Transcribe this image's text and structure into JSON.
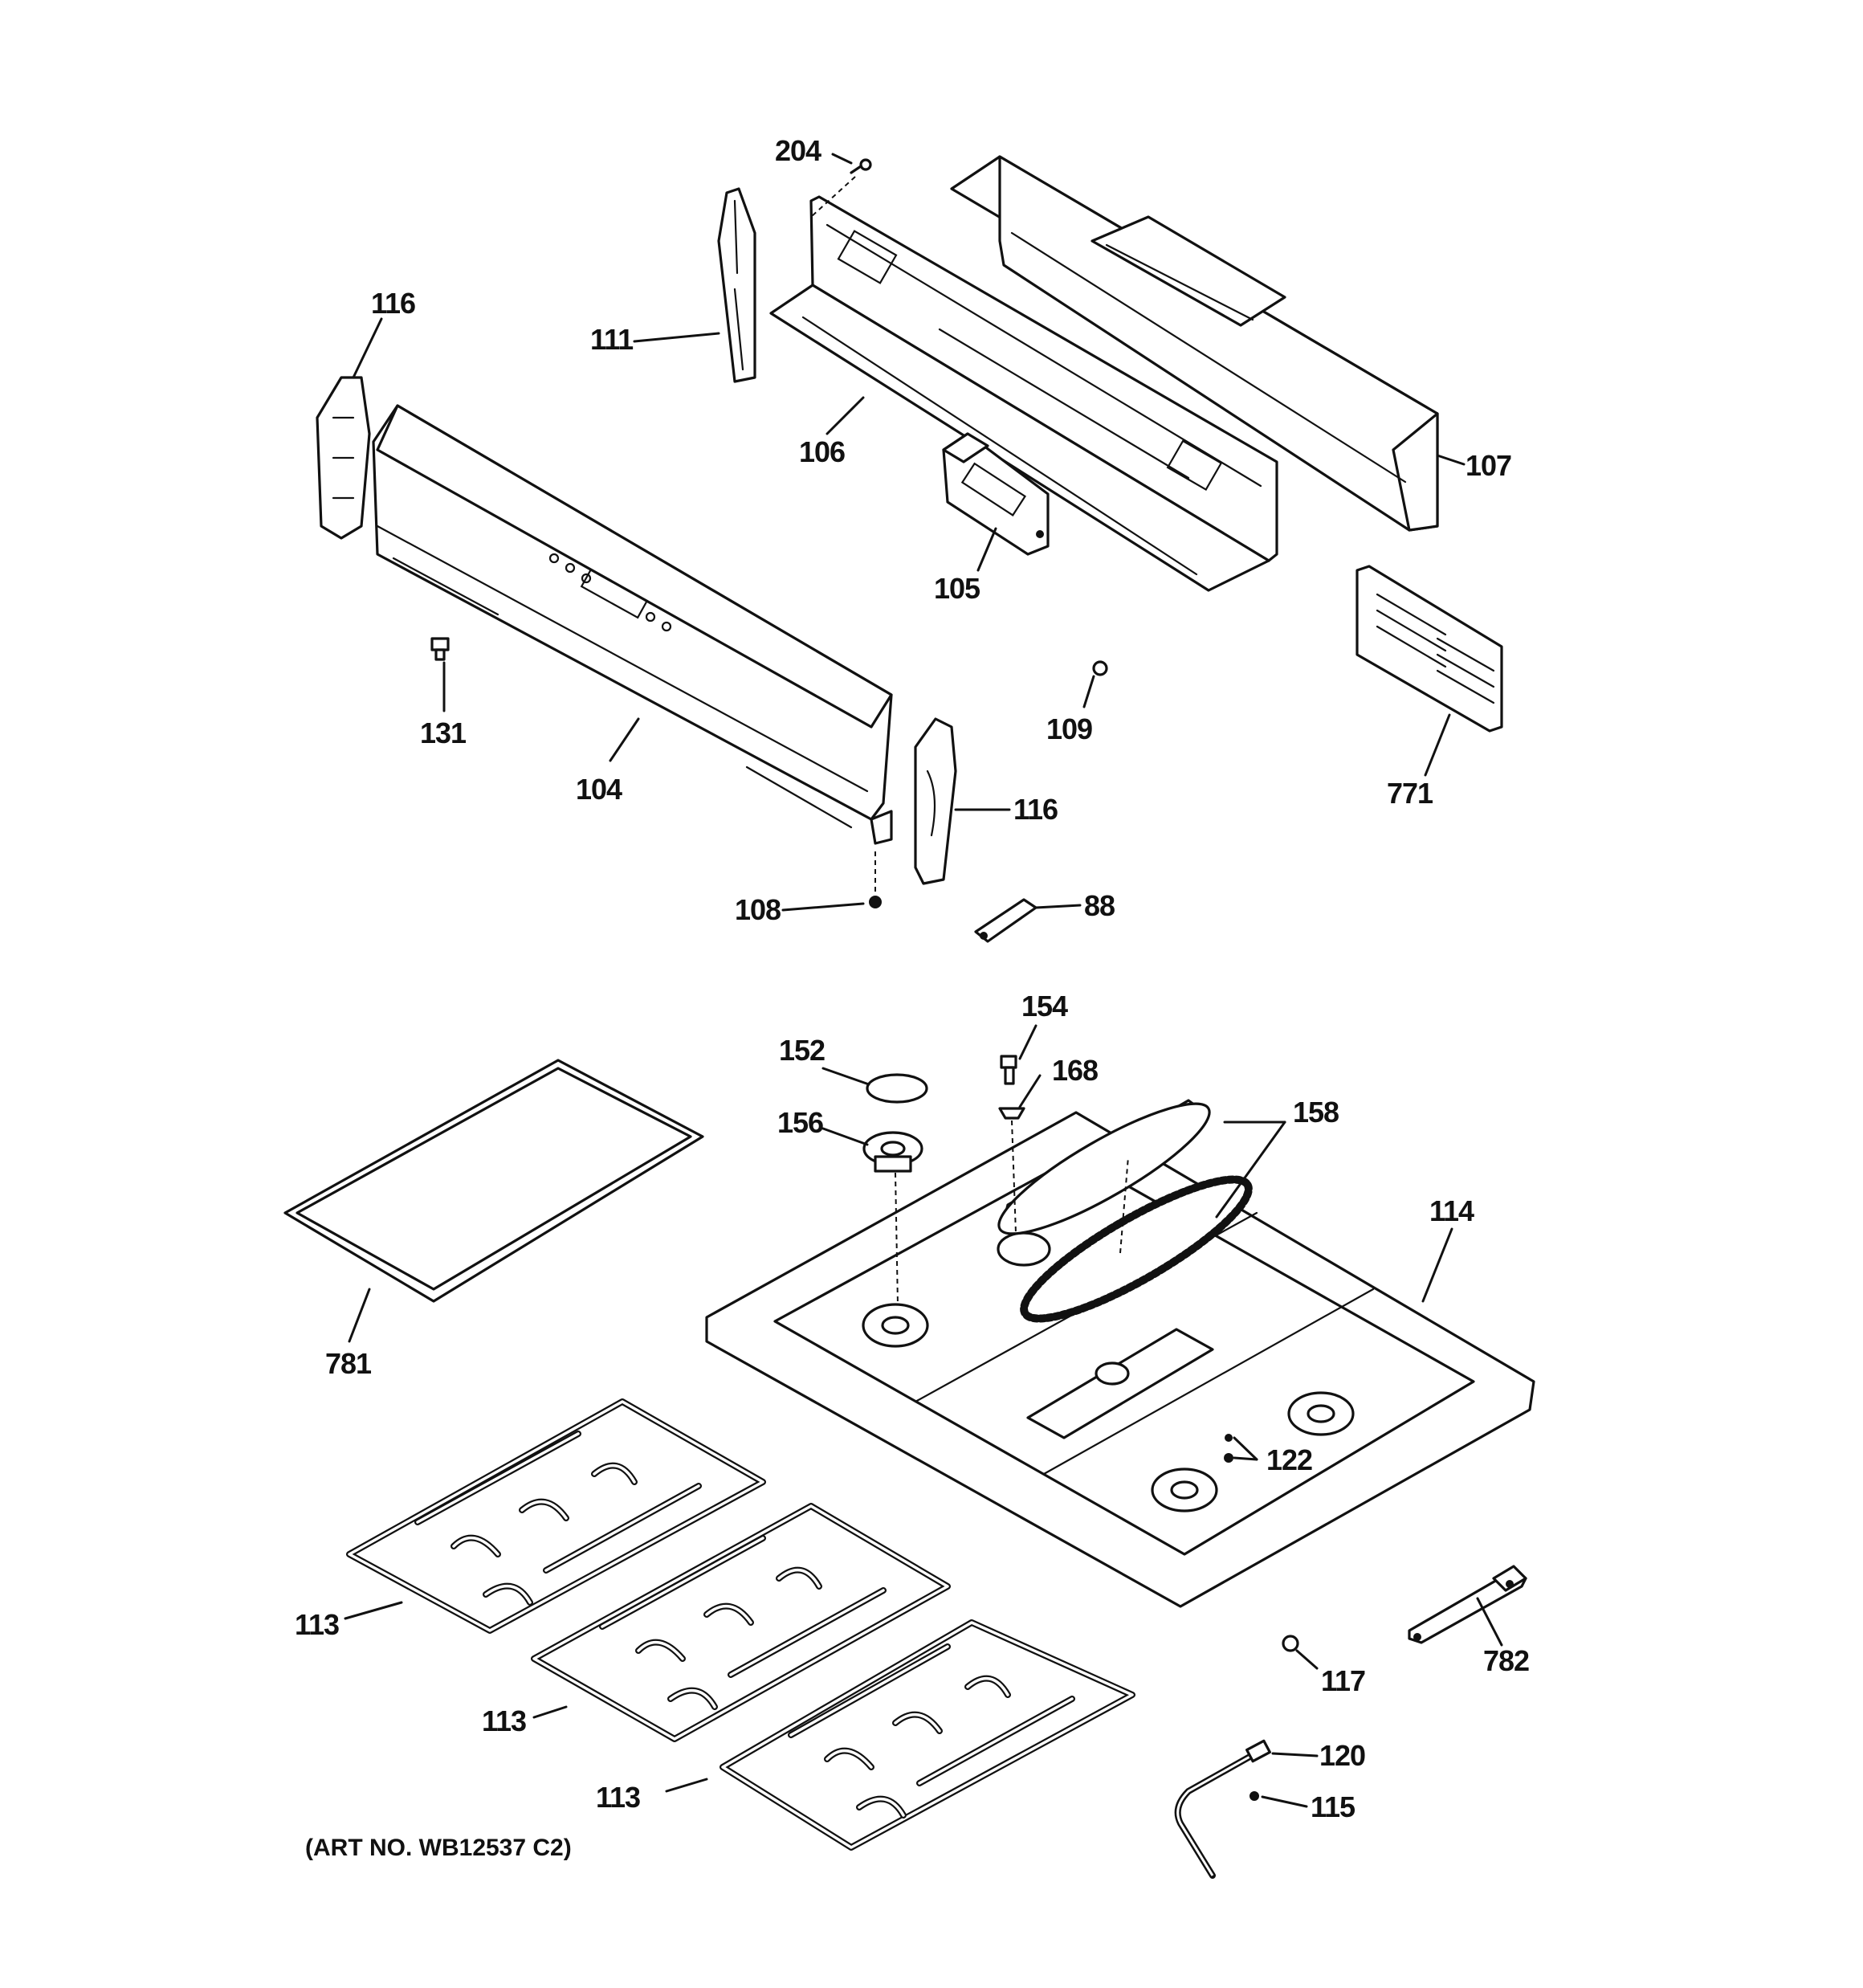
{
  "diagram": {
    "art_number": "(ART NO. WB12537 C2)",
    "callouts": {
      "c204": "204",
      "c111": "111",
      "c116a": "116",
      "c106": "106",
      "c107": "107",
      "c105": "105",
      "c131": "131",
      "c104": "104",
      "c109": "109",
      "c771": "771",
      "c116b": "116",
      "c108": "108",
      "c88": "88",
      "c154": "154",
      "c152": "152",
      "c168": "168",
      "c158": "158",
      "c156": "156",
      "c114": "114",
      "c781": "781",
      "c122": "122",
      "c113a": "113",
      "c113b": "113",
      "c113c": "113",
      "c782": "782",
      "c117": "117",
      "c120": "120",
      "c115": "115"
    }
  }
}
